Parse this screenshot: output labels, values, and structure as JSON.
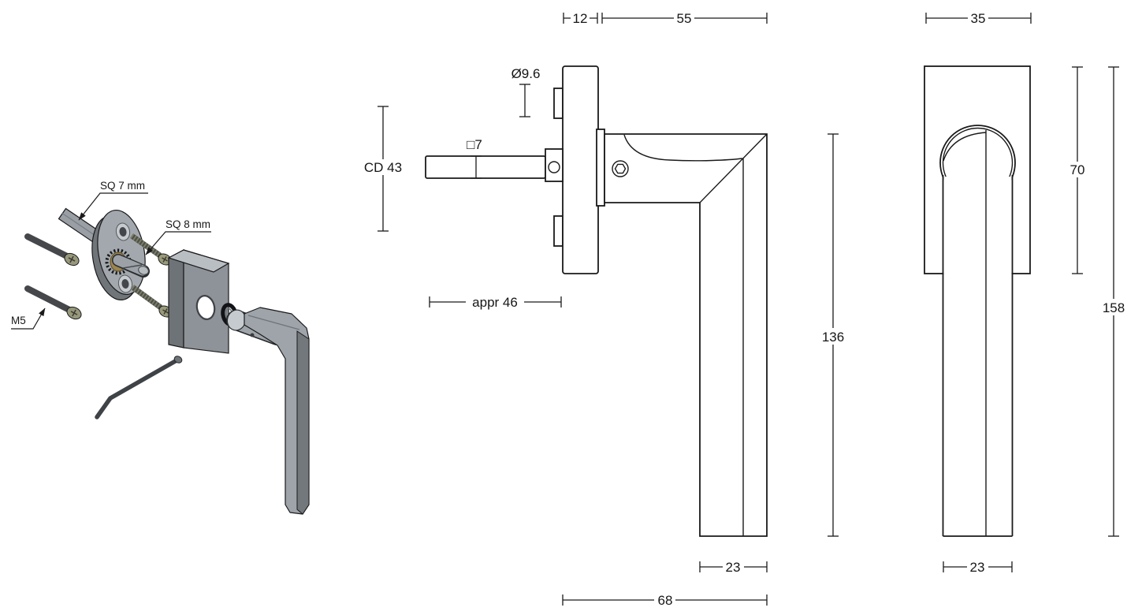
{
  "drawing_title": "window-handle-technical-drawing",
  "exploded": {
    "label_sq7": "SQ 7 mm",
    "label_sq8": "SQ 8 mm",
    "label_m5": "M5"
  },
  "side_view": {
    "dim_plate_thickness": "12",
    "dim_neck_length": "55",
    "dim_pin_diameter": "Ø9.6",
    "dim_spindle_square": "□7",
    "dim_center_distance": "CD 43",
    "dim_spindle_length": "appr 46",
    "dim_handle_height": "136",
    "dim_grip_width": "23",
    "dim_total_depth": "68"
  },
  "front_view": {
    "dim_plate_width": "35",
    "dim_plate_height": "70",
    "dim_total_height": "158",
    "dim_grip_width": "23"
  },
  "colors": {
    "line": "#1a1a1a",
    "background": "#ffffff",
    "part_light": "#b9bec3",
    "part_mid": "#9ea4aa",
    "part_shadow": "#6e7378",
    "screw_dark": "#45474a",
    "screw_head": "#97977c"
  }
}
